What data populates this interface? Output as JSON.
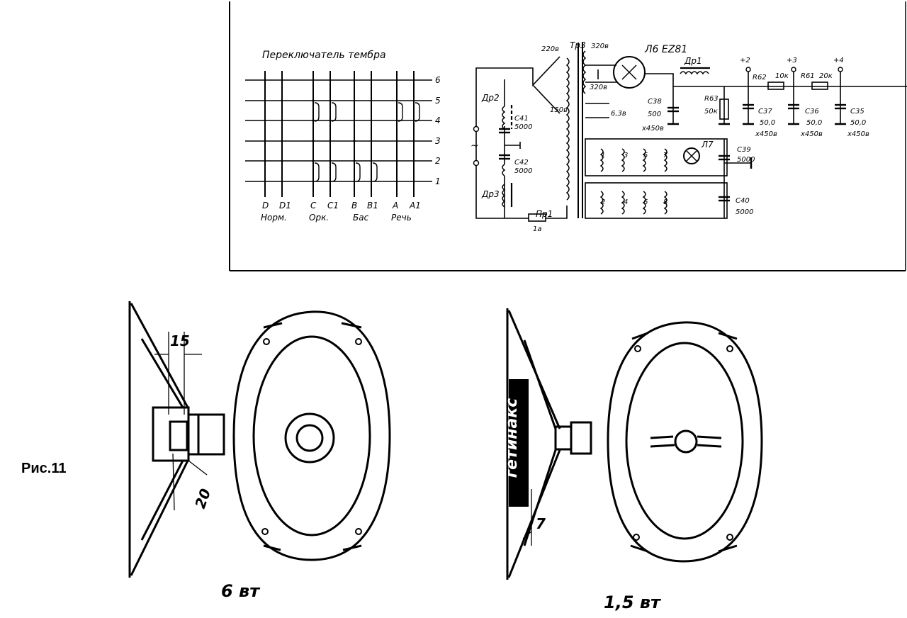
{
  "figure": {
    "label": "Рис.11"
  },
  "tone_switch": {
    "title": "Переключатель тембра",
    "row_numbers": [
      "6",
      "5",
      "4",
      "3",
      "2",
      "1"
    ],
    "columns": [
      {
        "letters": [
          "D",
          "D1"
        ],
        "mode": "Норм."
      },
      {
        "letters": [
          "C",
          "C1"
        ],
        "mode": "Орк."
      },
      {
        "letters": [
          "B",
          "B1"
        ],
        "mode": "Бас"
      },
      {
        "letters": [
          "A",
          "A1"
        ],
        "mode": "Речь"
      }
    ]
  },
  "power_supply": {
    "transformer": "Тр3",
    "fuse": "Пр1",
    "fuse_rating": "1а",
    "chokes": [
      "Др2",
      "Др3",
      "Др1"
    ],
    "tube": "Л6 EZ81",
    "lamp": "Л7",
    "voltages": {
      "v220": "220в",
      "v150": "150в",
      "v320a": "320в",
      "v320b": "320в",
      "v63": "6,3в"
    },
    "capacitors": [
      {
        "name": "C41",
        "value": "5000"
      },
      {
        "name": "C42",
        "value": "5000"
      },
      {
        "name": "C38",
        "value": "500",
        "voltage": "x450в"
      },
      {
        "name": "C37",
        "value": "50,0",
        "voltage": "x450в"
      },
      {
        "name": "C36",
        "value": "50,0",
        "voltage": "x450в"
      },
      {
        "name": "C35",
        "value": "50,0",
        "voltage": "x450в"
      },
      {
        "name": "C39",
        "value": "5000"
      },
      {
        "name": "C40",
        "value": "5000"
      }
    ],
    "resistors": [
      {
        "name": "R63",
        "value": "50к"
      },
      {
        "name": "R62",
        "value": "10к"
      },
      {
        "name": "R61",
        "value": "20к"
      }
    ],
    "terminals": [
      "+2",
      "+3",
      "+4"
    ],
    "filament_taps": [
      "1",
      "3",
      "5",
      "7",
      "2",
      "4",
      "6",
      "8"
    ],
    "ac_symbol": "~"
  },
  "speakers": [
    {
      "power": "6 вт",
      "dimensions": [
        "15",
        "20"
      ]
    },
    {
      "power": "1,5 вт",
      "dimensions": [
        "7"
      ],
      "material": "гетинакс"
    }
  ]
}
